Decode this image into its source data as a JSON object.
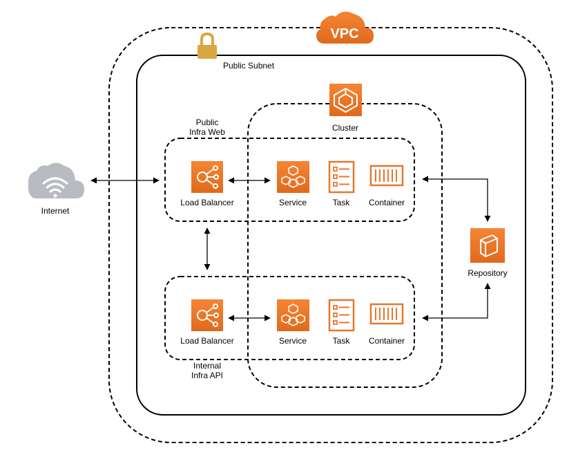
{
  "vpc": {
    "label": "VPC"
  },
  "subnet": {
    "label": "Public Subnet"
  },
  "cluster": {
    "label": "Cluster"
  },
  "internet": {
    "label": "Internet"
  },
  "repository": {
    "label": "Repository"
  },
  "public_group": {
    "label_line1": "Public",
    "label_line2": "Infra Web"
  },
  "internal_group": {
    "label_line1": "Internal",
    "label_line2": "Infra API"
  },
  "rows": [
    {
      "load_balancer": "Load Balancer",
      "service": "Service",
      "task": "Task",
      "container": "Container"
    },
    {
      "load_balancer": "Load Balancer",
      "service": "Service",
      "task": "Task",
      "container": "Container"
    }
  ],
  "colors": {
    "aws_orange": "#E8762D",
    "lock_gold": "#D9A741",
    "cloud_gray": "#B8BCC1",
    "line": "#000000"
  }
}
